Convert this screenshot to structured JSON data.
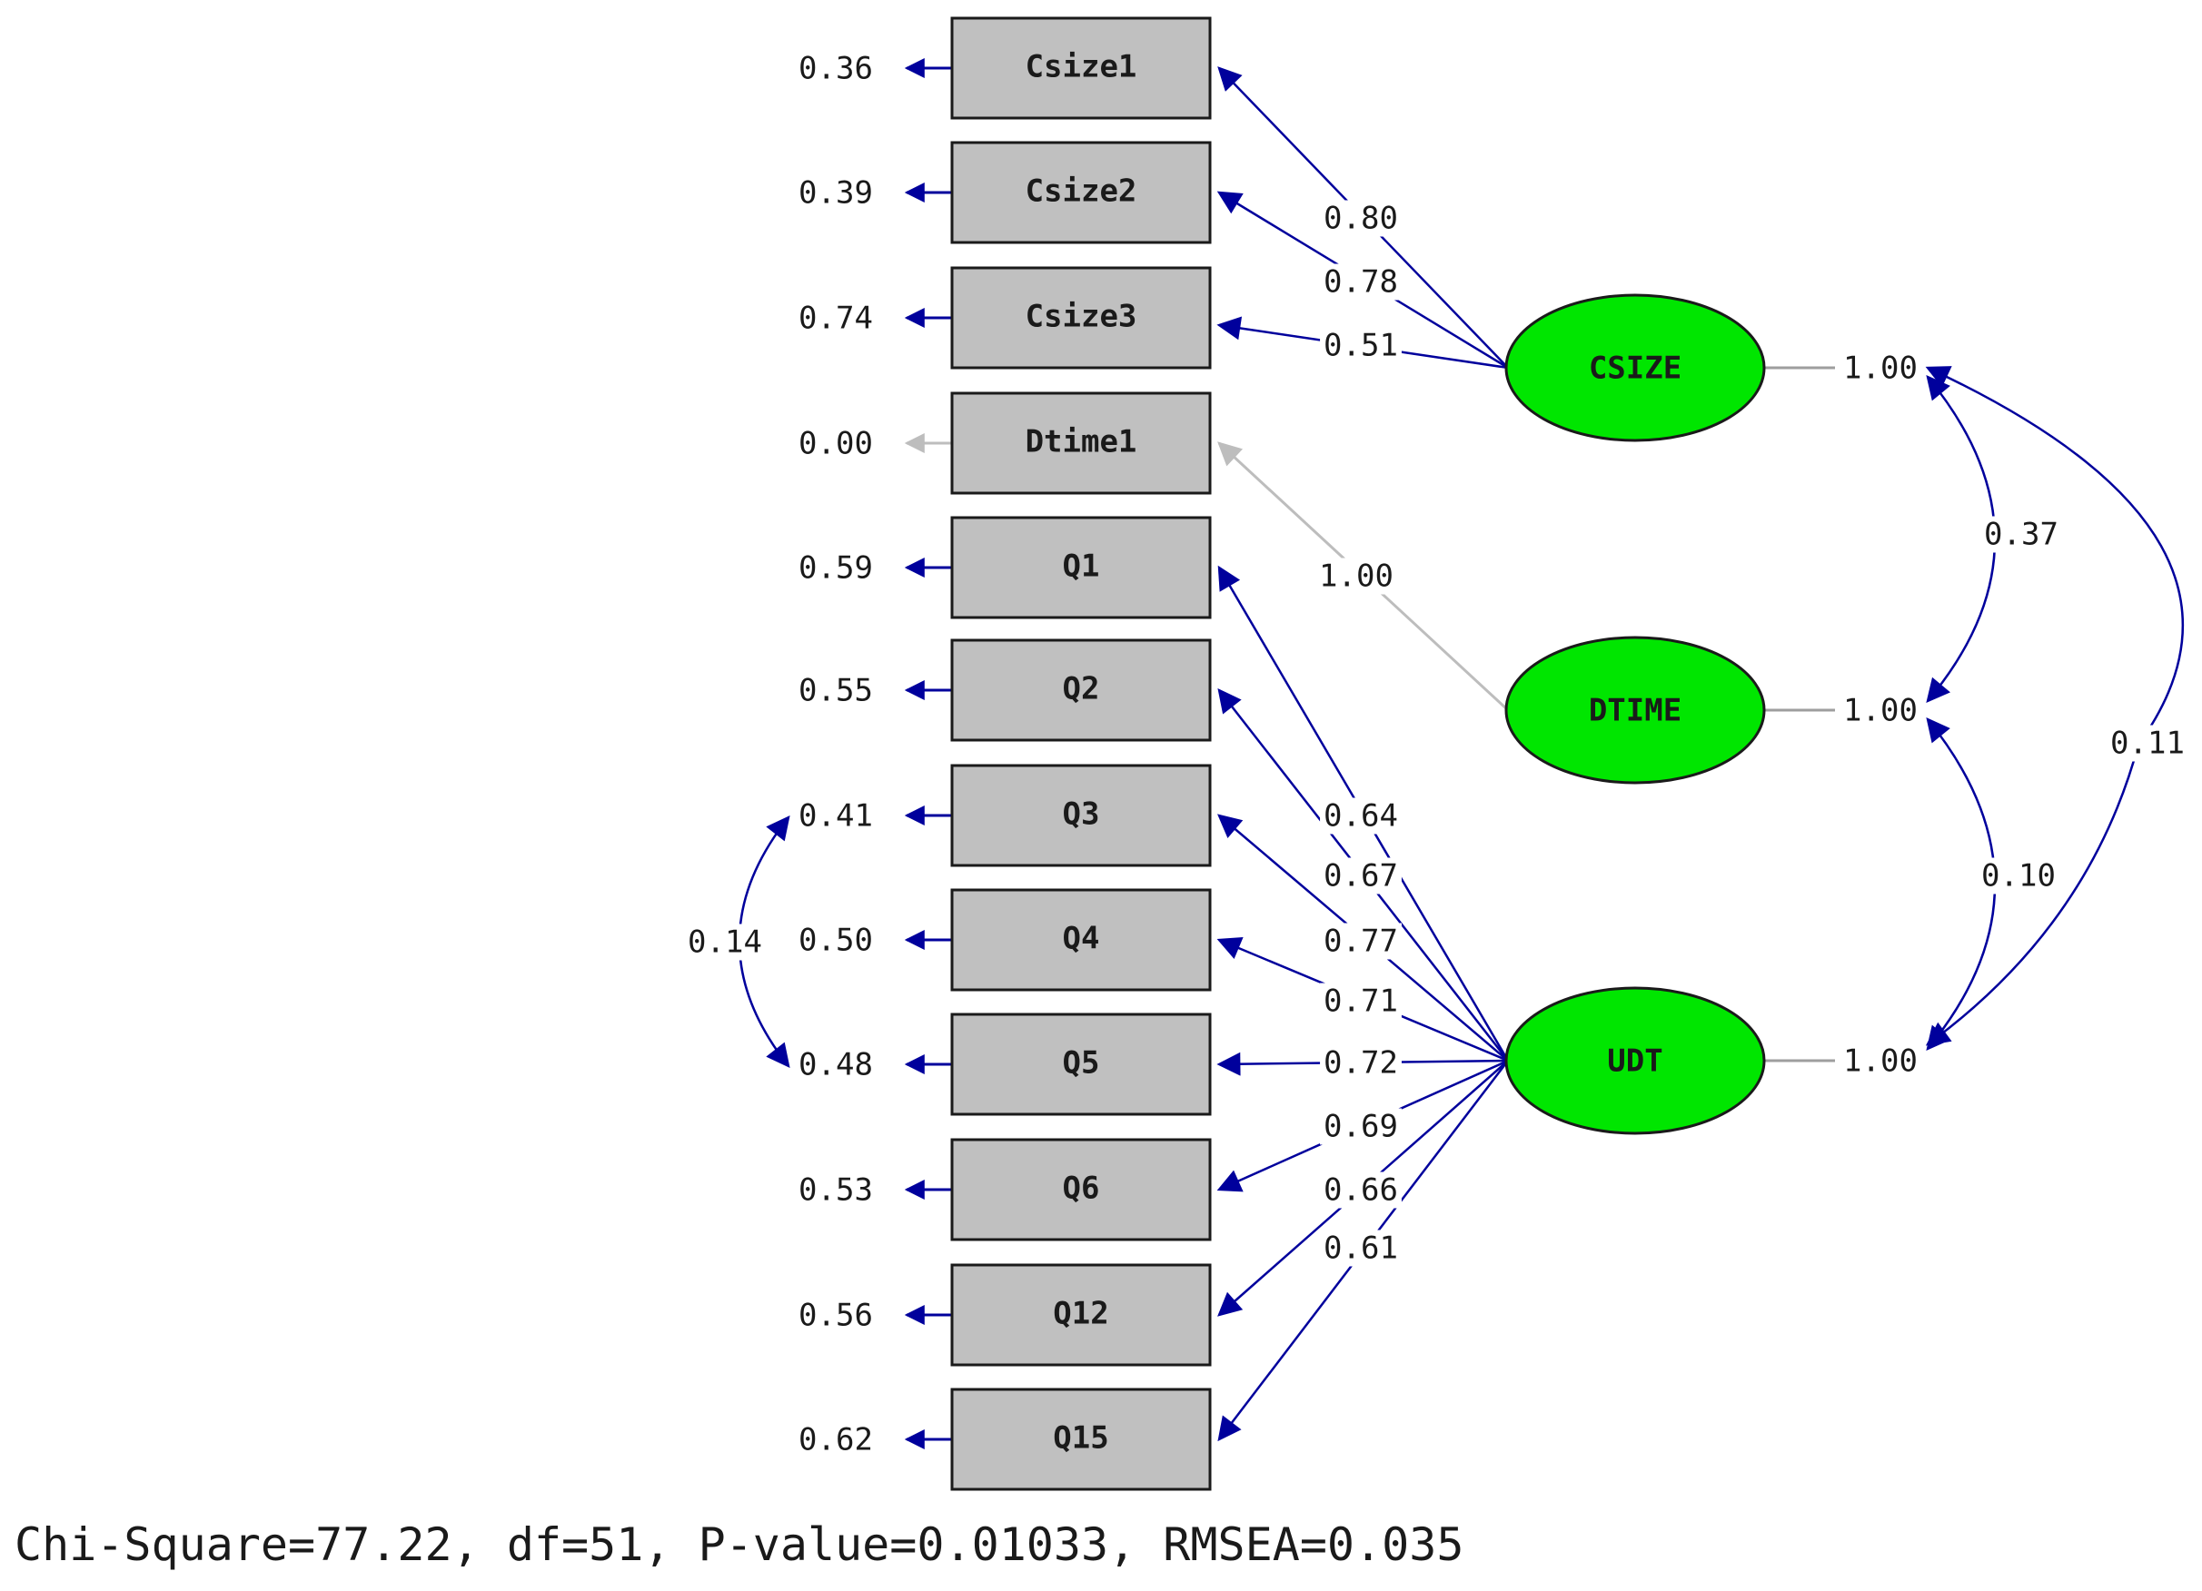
{
  "colors": {
    "path": "#00009c",
    "fixed_path": "#bdbdbd",
    "box_fill": "#c0c0c0",
    "box_stroke": "#1a1a1a",
    "latent_fill": "#00e600",
    "latent_stroke": "#1a1a1a",
    "variance_line": "#9e9e9e"
  },
  "observed": [
    {
      "id": "Csize1",
      "label": "Csize1",
      "error": "0.36"
    },
    {
      "id": "Csize2",
      "label": "Csize2",
      "error": "0.39"
    },
    {
      "id": "Csize3",
      "label": "Csize3",
      "error": "0.74"
    },
    {
      "id": "Dtime1",
      "label": "Dtime1",
      "error": "0.00",
      "fixed": true
    },
    {
      "id": "Q1",
      "label": "Q1",
      "error": "0.59"
    },
    {
      "id": "Q2",
      "label": "Q2",
      "error": "0.55"
    },
    {
      "id": "Q3",
      "label": "Q3",
      "error": "0.41"
    },
    {
      "id": "Q4",
      "label": "Q4",
      "error": "0.50"
    },
    {
      "id": "Q5",
      "label": "Q5",
      "error": "0.48"
    },
    {
      "id": "Q6",
      "label": "Q6",
      "error": "0.53"
    },
    {
      "id": "Q12",
      "label": "Q12",
      "error": "0.56"
    },
    {
      "id": "Q15",
      "label": "Q15",
      "error": "0.62"
    }
  ],
  "latent": [
    {
      "id": "CSIZE",
      "label": "CSIZE",
      "variance": "1.00"
    },
    {
      "id": "DTIME",
      "label": "DTIME",
      "variance": "1.00"
    },
    {
      "id": "UDT",
      "label": "UDT",
      "variance": "1.00"
    }
  ],
  "loadings": [
    {
      "from": "CSIZE",
      "to": "Csize1",
      "value": "0.80"
    },
    {
      "from": "CSIZE",
      "to": "Csize2",
      "value": "0.78"
    },
    {
      "from": "CSIZE",
      "to": "Csize3",
      "value": "0.51"
    },
    {
      "from": "DTIME",
      "to": "Dtime1",
      "value": "1.00",
      "fixed": true
    },
    {
      "from": "UDT",
      "to": "Q1",
      "value": "0.64"
    },
    {
      "from": "UDT",
      "to": "Q2",
      "value": "0.67"
    },
    {
      "from": "UDT",
      "to": "Q3",
      "value": "0.77"
    },
    {
      "from": "UDT",
      "to": "Q4",
      "value": "0.71"
    },
    {
      "from": "UDT",
      "to": "Q5",
      "value": "0.72"
    },
    {
      "from": "UDT",
      "to": "Q6",
      "value": "0.69"
    },
    {
      "from": "UDT",
      "to": "Q12",
      "value": "0.66"
    },
    {
      "from": "UDT",
      "to": "Q15",
      "value": "0.61"
    }
  ],
  "latent_covariances": [
    {
      "a": "CSIZE",
      "b": "DTIME",
      "value": "0.37"
    },
    {
      "a": "DTIME",
      "b": "UDT",
      "value": "0.10"
    },
    {
      "a": "CSIZE",
      "b": "UDT",
      "value": "0.11"
    }
  ],
  "error_covariances": [
    {
      "a": "Q3",
      "b": "Q5",
      "value": "0.14"
    }
  ],
  "fit_stats": "Chi-Square=77.22, df=51, P-value=0.01033, RMSEA=0.035"
}
